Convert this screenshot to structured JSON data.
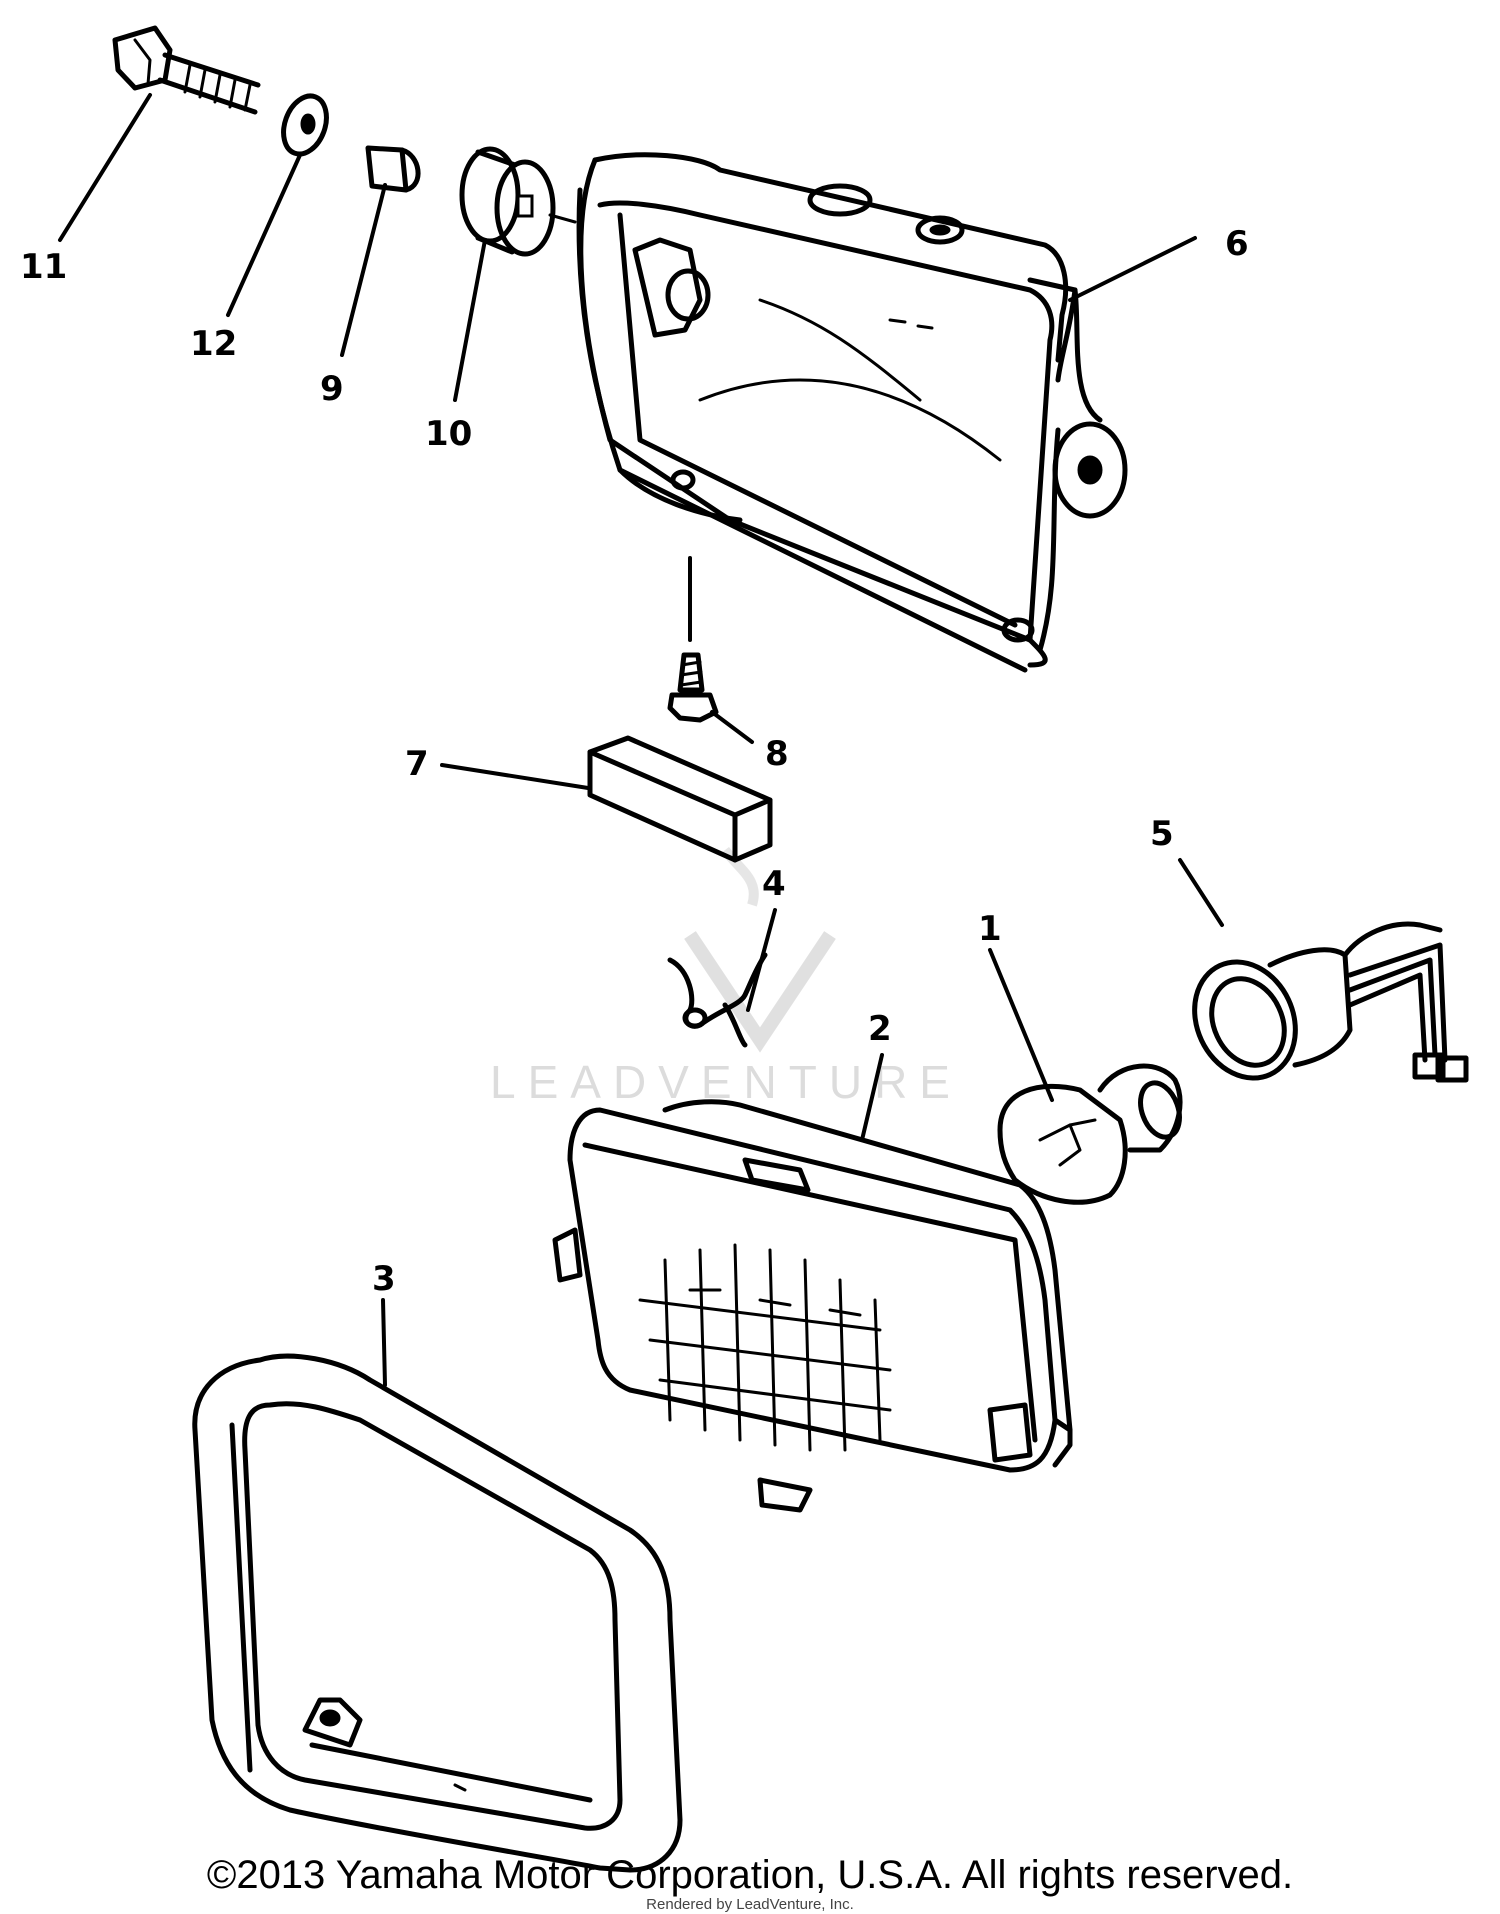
{
  "callouts": {
    "c1": "1",
    "c2": "2",
    "c3": "3",
    "c4": "4",
    "c5": "5",
    "c6": "6",
    "c7": "7",
    "c8": "8",
    "c9": "9",
    "c10": "10",
    "c11": "11",
    "c12": "12"
  },
  "watermark": "LEADVENTURE",
  "copyright": "©2013 Yamaha Motor Corporation, U.S.A. All rights reserved.",
  "rendered_by": "Rendered by LeadVenture, Inc."
}
